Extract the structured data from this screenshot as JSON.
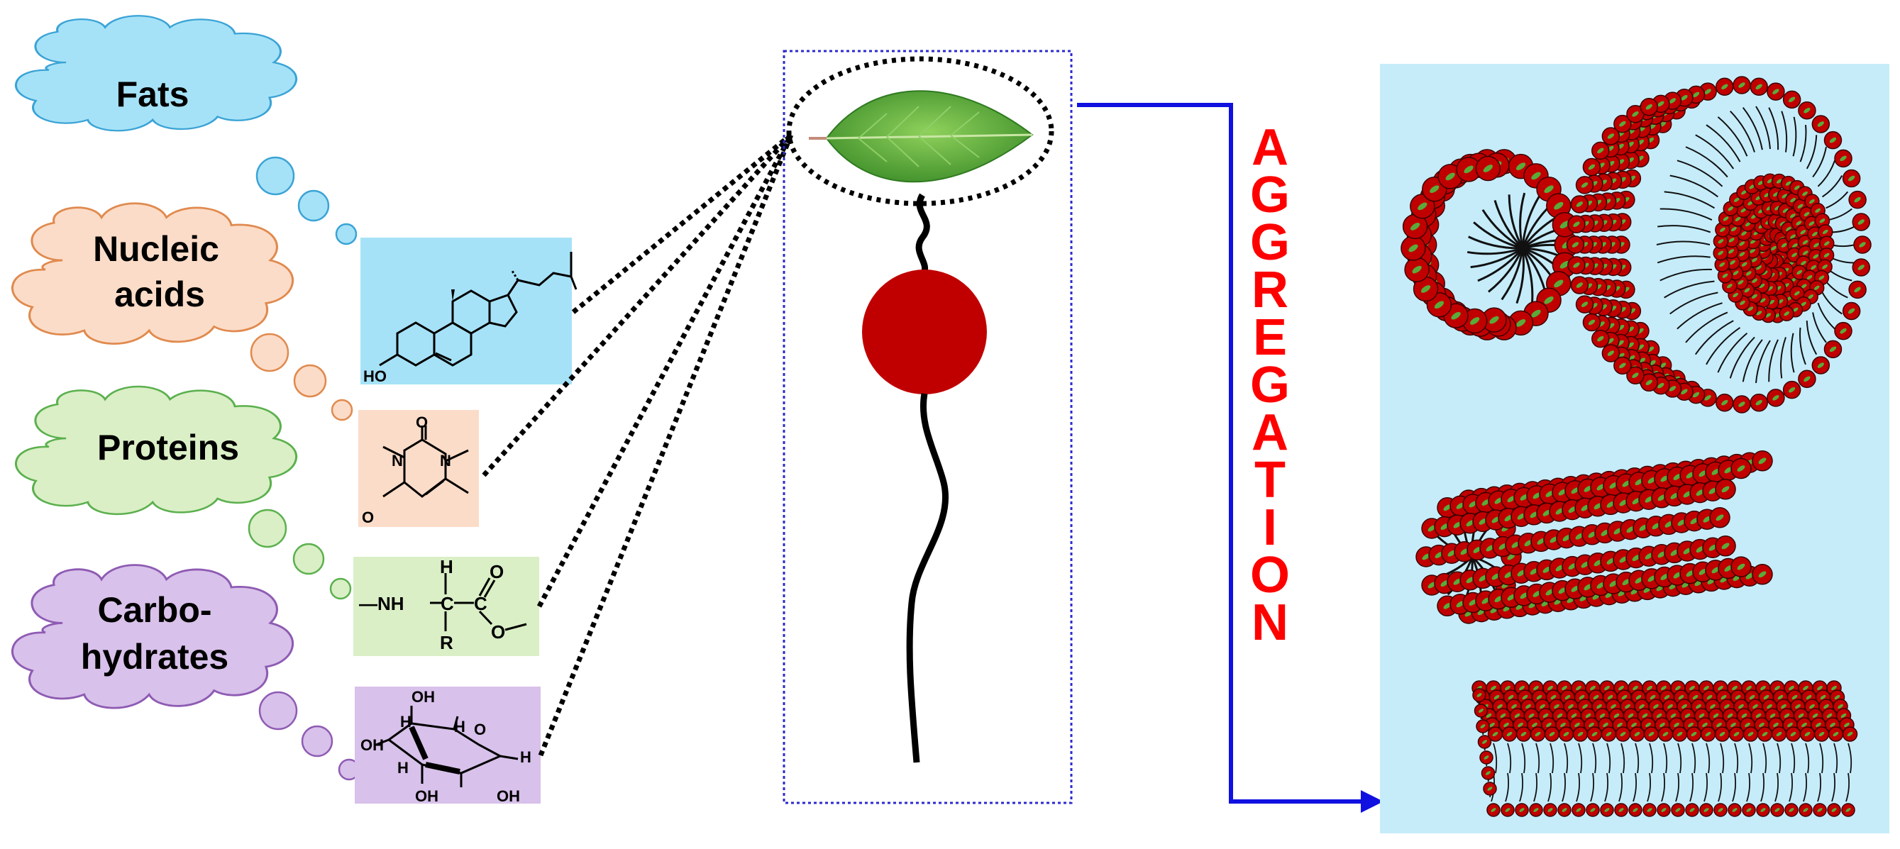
{
  "clouds": [
    {
      "lines": [
        "Fats"
      ],
      "fill": "#a6e2f7",
      "stroke": "#3ba3d6"
    },
    {
      "lines": [
        "Nucleic",
        "acids"
      ],
      "fill": "#fbdcc8",
      "stroke": "#e08a4e"
    },
    {
      "lines": [
        "Proteins"
      ],
      "fill": "#daefc6",
      "stroke": "#5bb04e"
    },
    {
      "lines": [
        "Carbo-",
        "hydrates"
      ],
      "fill": "#d8c1ea",
      "stroke": "#8e5bb3"
    }
  ],
  "structures": {
    "sterol": {
      "label": "HO",
      "bg": "#a6e2f7"
    },
    "uracil": {
      "n1": "N",
      "n2": "N",
      "o1": "O",
      "o2": "O",
      "bg": "#fbdcc8"
    },
    "peptide": {
      "nh": "—NH",
      "h": "H",
      "c1": "C",
      "c2": "C",
      "r": "R",
      "o1": "O",
      "o2": "O",
      "bg": "#daefc6"
    },
    "sugar": {
      "oh1": "OH",
      "oh2": "OH",
      "oh3": "OH",
      "oh4": "OH",
      "h1": "H",
      "h2": "H",
      "h3": "H",
      "h4": "H",
      "o": "O",
      "bg": "#d8c1ea"
    }
  },
  "aggregation": {
    "letters": [
      "A",
      "G",
      "G",
      "R",
      "E",
      "G",
      "A",
      "T",
      "I",
      "O",
      "N"
    ],
    "color": "#ff0000",
    "arrow_color": "#1010e0"
  },
  "colors": {
    "panel_bg": "#c6ecfa",
    "head_red": "#c00000",
    "leaf_green": "#5aaa3a",
    "dotted_frame": "#2a2ad0"
  }
}
